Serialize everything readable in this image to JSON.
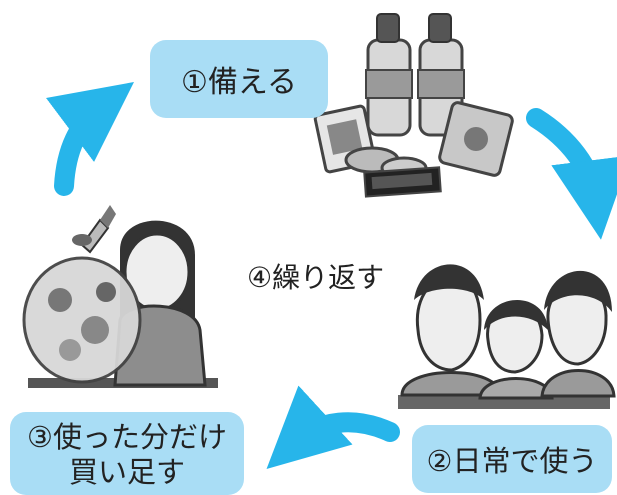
{
  "colors": {
    "box_fill": "#a9ddf5",
    "arrow": "#27b5ea"
  },
  "steps": [
    {
      "label": "①備える"
    },
    {
      "label": "②日常で使う"
    },
    {
      "label": "③使った分だけ",
      "label2": "買い足す"
    }
  ],
  "center_label": "④繰り返す",
  "icons": [
    "stockpile-supplies-icon",
    "family-eating-icon",
    "woman-with-vegetables-icon"
  ]
}
